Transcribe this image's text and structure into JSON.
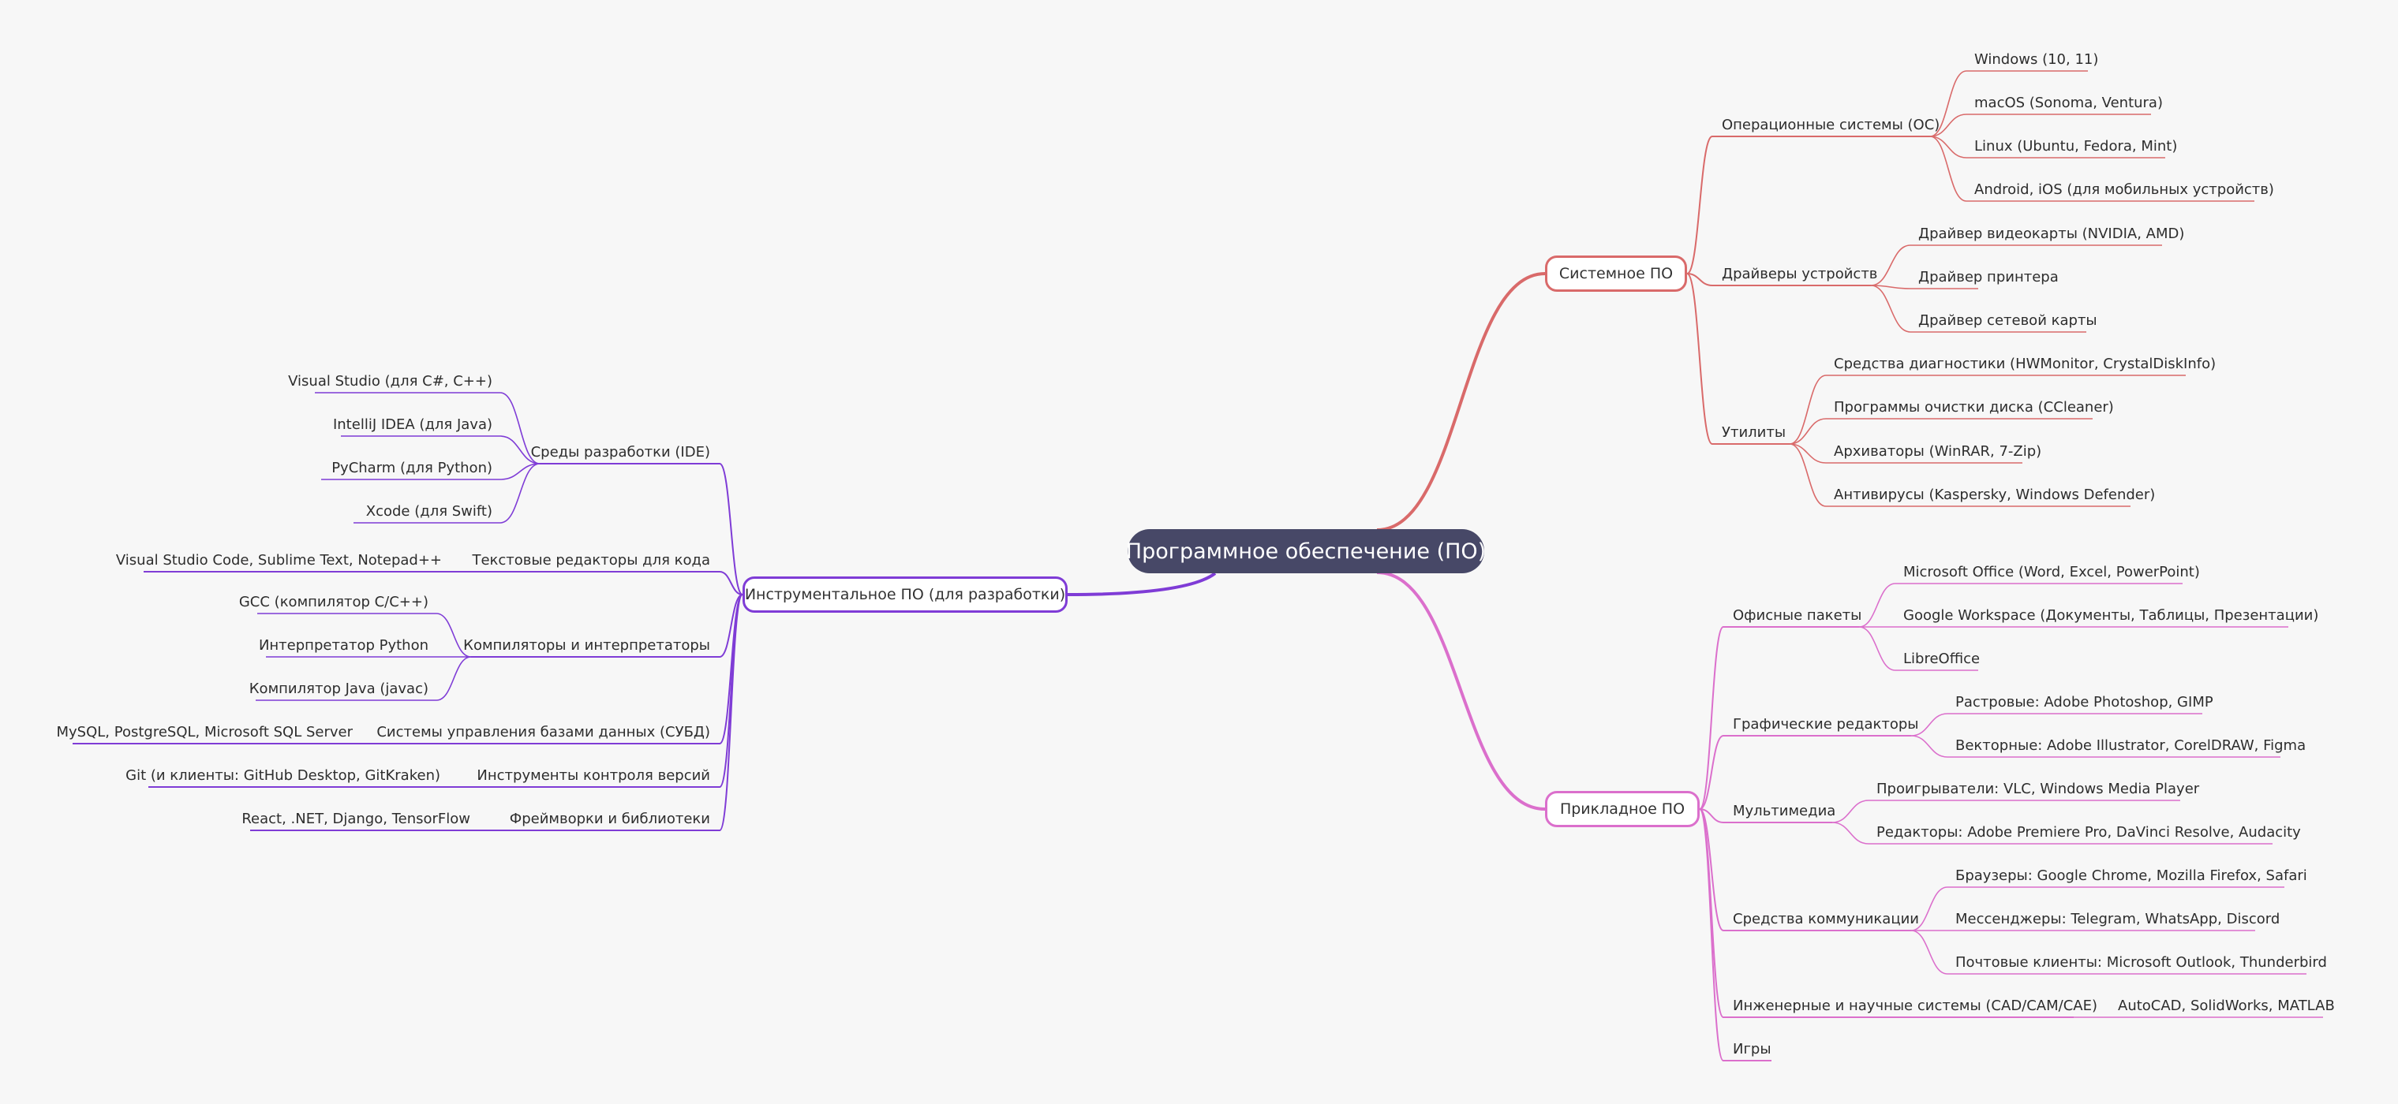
{
  "root": "Программное обеспечение (ПО)",
  "colors": {
    "system": "#d96a6a",
    "applied": "#db6fcc",
    "dev": "#7f3cd6",
    "root_bg": "#474867",
    "background": "#f7f7f7"
  },
  "system": {
    "label": "Системное ПО",
    "groups": [
      {
        "label": "Операционные системы (ОС)",
        "items": [
          "Windows (10, 11)",
          "macOS (Sonoma, Ventura)",
          "Linux (Ubuntu, Fedora, Mint)",
          "Android, iOS (для мобильных устройств)"
        ]
      },
      {
        "label": "Драйверы устройств",
        "items": [
          "Драйвер видеокарты (NVIDIA, AMD)",
          "Драйвер принтера",
          "Драйвер сетевой карты"
        ]
      },
      {
        "label": "Утилиты",
        "items": [
          "Средства диагностики (HWMonitor, CrystalDiskInfo)",
          "Программы очистки диска (CCleaner)",
          "Архиваторы (WinRAR, 7-Zip)",
          "Антивирусы (Kaspersky, Windows Defender)"
        ]
      }
    ]
  },
  "applied": {
    "label": "Прикладное ПО",
    "groups": [
      {
        "label": "Офисные пакеты",
        "items": [
          "Microsoft Office (Word, Excel, PowerPoint)",
          "Google Workspace (Документы, Таблицы, Презентации)",
          "LibreOffice"
        ]
      },
      {
        "label": "Графические редакторы",
        "items": [
          "Растровые: Adobe Photoshop, GIMP",
          "Векторные: Adobe Illustrator, CorelDRAW, Figma"
        ]
      },
      {
        "label": "Мультимедиа",
        "items": [
          "Проигрыватели: VLC, Windows Media Player",
          "Редакторы: Adobe Premiere Pro, DaVinci Resolve, Audacity"
        ]
      },
      {
        "label": "Средства коммуникации",
        "items": [
          "Браузеры: Google Chrome, Mozilla Firefox, Safari",
          "Мессенджеры: Telegram, WhatsApp, Discord",
          "Почтовые клиенты: Microsoft Outlook, Thunderbird"
        ]
      },
      {
        "label": "Инженерные и научные системы (CAD/CAM/CAE)",
        "items": [
          "AutoCAD, SolidWorks, MATLAB"
        ]
      },
      {
        "label": "Игры",
        "items": []
      }
    ]
  },
  "dev": {
    "label": "Инструментальное ПО (для разработки)",
    "groups": [
      {
        "label": "Среды разработки (IDE)",
        "items": [
          "Visual Studio (для C#, C++)",
          "IntelliJ IDEA (для Java)",
          "PyCharm (для Python)",
          "Xcode (для Swift)"
        ]
      },
      {
        "label": "Текстовые редакторы для кода",
        "items": [
          "Visual Studio Code, Sublime Text, Notepad++"
        ]
      },
      {
        "label": "Компиляторы и интерпретаторы",
        "items": [
          "GCC (компилятор C/C++)",
          "Интерпретатор Python",
          "Компилятор Java (javac)"
        ]
      },
      {
        "label": "Системы управления базами данных (СУБД)",
        "items": [
          "MySQL, PostgreSQL, Microsoft SQL Server"
        ]
      },
      {
        "label": "Инструменты контроля версий",
        "items": [
          "Git (и клиенты: GitHub Desktop, GitKraken)"
        ]
      },
      {
        "label": "Фреймворки и библиотеки",
        "items": [
          "React, .NET, Django, TensorFlow"
        ]
      }
    ]
  }
}
